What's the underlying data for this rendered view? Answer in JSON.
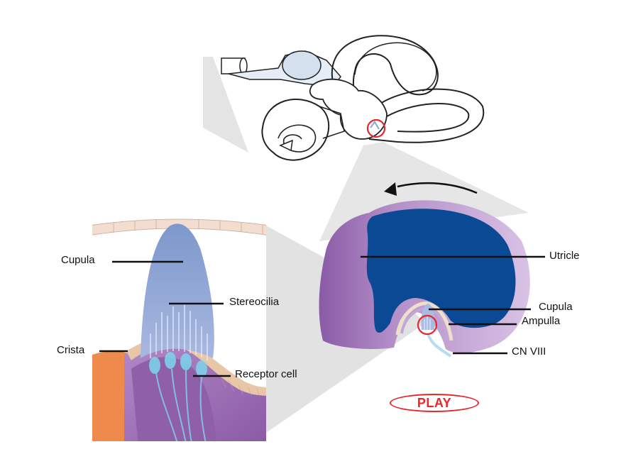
{
  "labels": {
    "cupula_left": "Cupula",
    "stereocilia": "Stereocilia",
    "crista": "Crista",
    "receptor_cell": "Receptor cell",
    "utricle": "Utricle",
    "cupula_right": "Cupula",
    "ampulla": "Ampulla",
    "cn_viii": "CN VIII"
  },
  "play_button": {
    "label": "PLAY"
  },
  "colors": {
    "utricle_fill": "#0a4a94",
    "ampulla_outer": "#c9a6d8",
    "ampulla_purple": "#9a6cb0",
    "cupula_blue": "#7f9cd0",
    "crista_orange": "#ee8a4c",
    "tissue_purple": "#9f6fb6",
    "highlight_red": "#e8262b"
  }
}
